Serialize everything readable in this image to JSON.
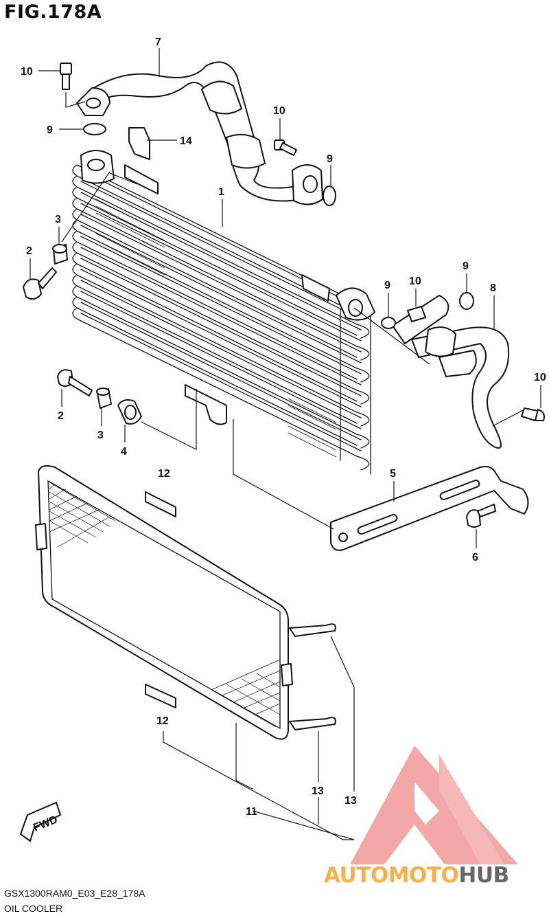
{
  "figure": {
    "title": "FIG.178A"
  },
  "callouts": [
    {
      "id": "c7",
      "text": "7"
    },
    {
      "id": "c10a",
      "text": "10"
    },
    {
      "id": "c9a",
      "text": "9"
    },
    {
      "id": "c14",
      "text": "14"
    },
    {
      "id": "c10b",
      "text": "10"
    },
    {
      "id": "c9b",
      "text": "9"
    },
    {
      "id": "c1",
      "text": "1"
    },
    {
      "id": "c3a",
      "text": "3"
    },
    {
      "id": "c2a",
      "text": "2"
    },
    {
      "id": "c9c",
      "text": "9"
    },
    {
      "id": "c9d",
      "text": "9"
    },
    {
      "id": "c10c",
      "text": "10"
    },
    {
      "id": "c8",
      "text": "8"
    },
    {
      "id": "c10d",
      "text": "10"
    },
    {
      "id": "c2b",
      "text": "2"
    },
    {
      "id": "c3b",
      "text": "3"
    },
    {
      "id": "c4",
      "text": "4"
    },
    {
      "id": "c12a",
      "text": "12"
    },
    {
      "id": "c5",
      "text": "5"
    },
    {
      "id": "c6",
      "text": "6"
    },
    {
      "id": "c12b",
      "text": "12"
    },
    {
      "id": "c13a",
      "text": "13"
    },
    {
      "id": "c13b",
      "text": "13"
    },
    {
      "id": "c11",
      "text": "11"
    }
  ],
  "fwd_label": "FWD",
  "footer": {
    "code": "GSX1300RAM0_E03_E28_178A",
    "title": "OIL COOLER"
  },
  "watermark": {
    "brand_part1": "AUTOMOTO",
    "brand_part2": "HUB",
    "colors": {
      "triangle": "#f08a8a",
      "part1": "#f6b14a",
      "part2": "#666666"
    }
  }
}
